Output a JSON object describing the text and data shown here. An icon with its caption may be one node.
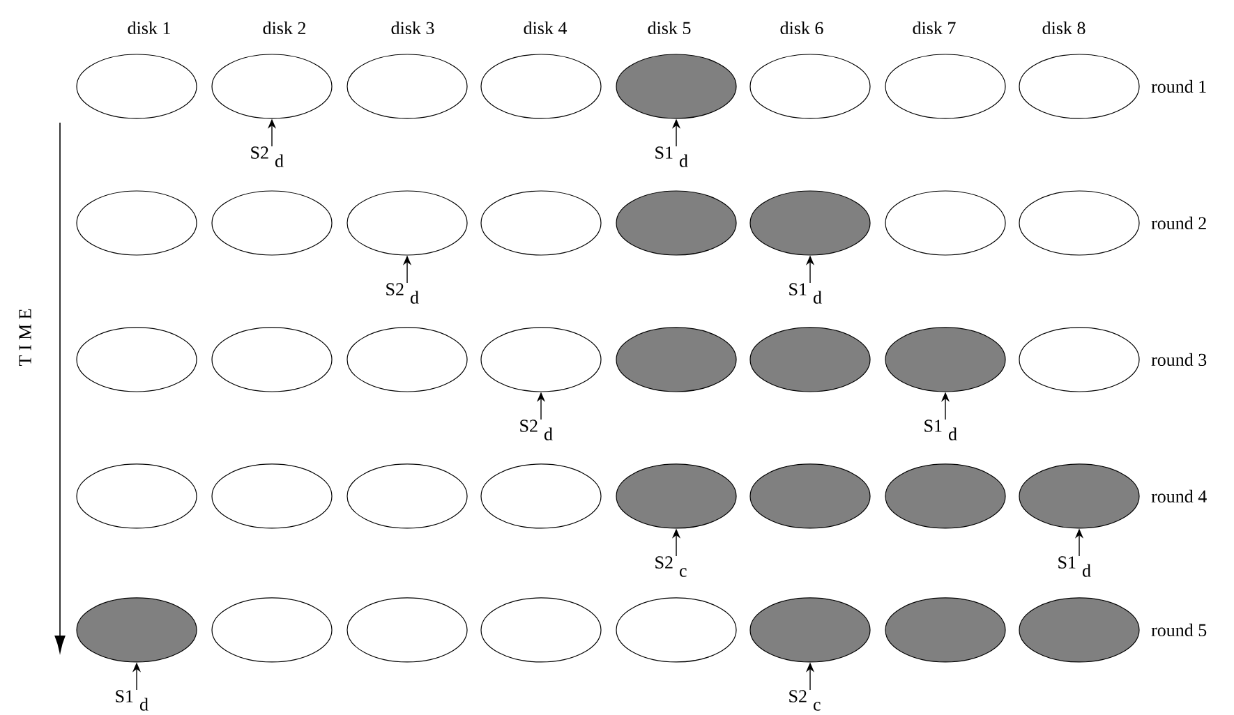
{
  "diagram": {
    "nodes": [
      {
        "text": [],
        "shape": "ellipse"
      },
      {
        "text": [],
        "shape": "ellipse"
      },
      {
        "text": [],
        "shape": "ellipse"
      },
      {
        "text": [],
        "shape": "ellipse"
      },
      {
        "text": [],
        "shape": "filled-ellipse"
      },
      {
        "text": [],
        "shape": "ellipse"
      },
      {
        "text": [],
        "shape": "ellipse"
      },
      {
        "text": [],
        "shape": "ellipse"
      },
      {
        "text": [],
        "shape": "ellipse"
      },
      {
        "text": [],
        "shape": "ellipse"
      },
      {
        "text": [],
        "shape": "ellipse"
      },
      {
        "text": [],
        "shape": "ellipse"
      },
      {
        "text": [],
        "shape": "filled-ellipse"
      },
      {
        "text": [],
        "shape": "filled-ellipse"
      },
      {
        "text": [],
        "shape": "ellipse"
      },
      {
        "text": [],
        "shape": "ellipse"
      },
      {
        "text": [],
        "shape": "ellipse"
      },
      {
        "text": [],
        "shape": "ellipse"
      },
      {
        "text": [],
        "shape": "ellipse"
      },
      {
        "text": [],
        "shape": "ellipse"
      },
      {
        "text": [],
        "shape": "filled-ellipse"
      },
      {
        "text": [],
        "shape": "filled-ellipse"
      },
      {
        "text": [],
        "shape": "filled-ellipse"
      },
      {
        "text": [],
        "shape": "ellipse"
      },
      {
        "text": [],
        "shape": "ellipse"
      },
      {
        "text": [],
        "shape": "ellipse"
      },
      {
        "text": [],
        "shape": "ellipse"
      },
      {
        "text": [],
        "shape": "ellipse"
      },
      {
        "text": [],
        "shape": "filled-ellipse"
      },
      {
        "text": [],
        "shape": "filled-ellipse"
      },
      {
        "text": [],
        "shape": "filled-ellipse"
      },
      {
        "text": [],
        "shape": "filled-ellipse"
      },
      {
        "text": [],
        "shape": "filled-ellipse"
      },
      {
        "text": [],
        "shape": "ellipse"
      },
      {
        "text": [],
        "shape": "ellipse"
      },
      {
        "text": [],
        "shape": "ellipse"
      },
      {
        "text": [],
        "shape": "ellipse"
      },
      {
        "text": [],
        "shape": "filled-ellipse"
      },
      {
        "text": [],
        "shape": "filled-ellipse"
      },
      {
        "text": [],
        "shape": "filled-ellipse"
      },
      {
        "text": [
          "S2",
          "d"
        ]
      },
      {
        "text": [
          "S1",
          "d"
        ]
      },
      {
        "text": [
          "S2",
          "d"
        ]
      },
      {
        "text": [
          "S1",
          "d"
        ]
      },
      {
        "text": [
          "S2",
          "d"
        ]
      },
      {
        "text": [
          "S1",
          "d"
        ]
      },
      {
        "text": [
          "S2",
          "c"
        ]
      },
      {
        "text": [
          "S1",
          "d"
        ]
      },
      {
        "text": [
          "S1",
          "d"
        ]
      },
      {
        "text": [
          "S2",
          "c"
        ]
      }
    ],
    "edges": [
      {
        "from": 40,
        "to": 1,
        "arrow": "to"
      },
      {
        "from": 41,
        "to": 4,
        "arrow": "to"
      },
      {
        "from": 42,
        "to": 10,
        "arrow": "to"
      },
      {
        "from": 43,
        "to": 13,
        "arrow": "to"
      },
      {
        "from": 44,
        "to": 19,
        "arrow": "to"
      },
      {
        "from": 45,
        "to": 22,
        "arrow": "to"
      },
      {
        "from": 46,
        "to": 28,
        "arrow": "to"
      },
      {
        "from": 47,
        "to": 31,
        "arrow": "to"
      },
      {
        "from": 48,
        "to": 32,
        "arrow": "to"
      },
      {
        "from": 49,
        "to": 37,
        "arrow": "to"
      }
    ],
    "labels": [
      "disk 1",
      "disk 2",
      "disk 3",
      "disk 4",
      "disk 5",
      "disk 6",
      "disk 7",
      "disk 8",
      "T I M E",
      "round 1",
      "round 2",
      "round 3",
      "round 4",
      "round 5"
    ]
  }
}
